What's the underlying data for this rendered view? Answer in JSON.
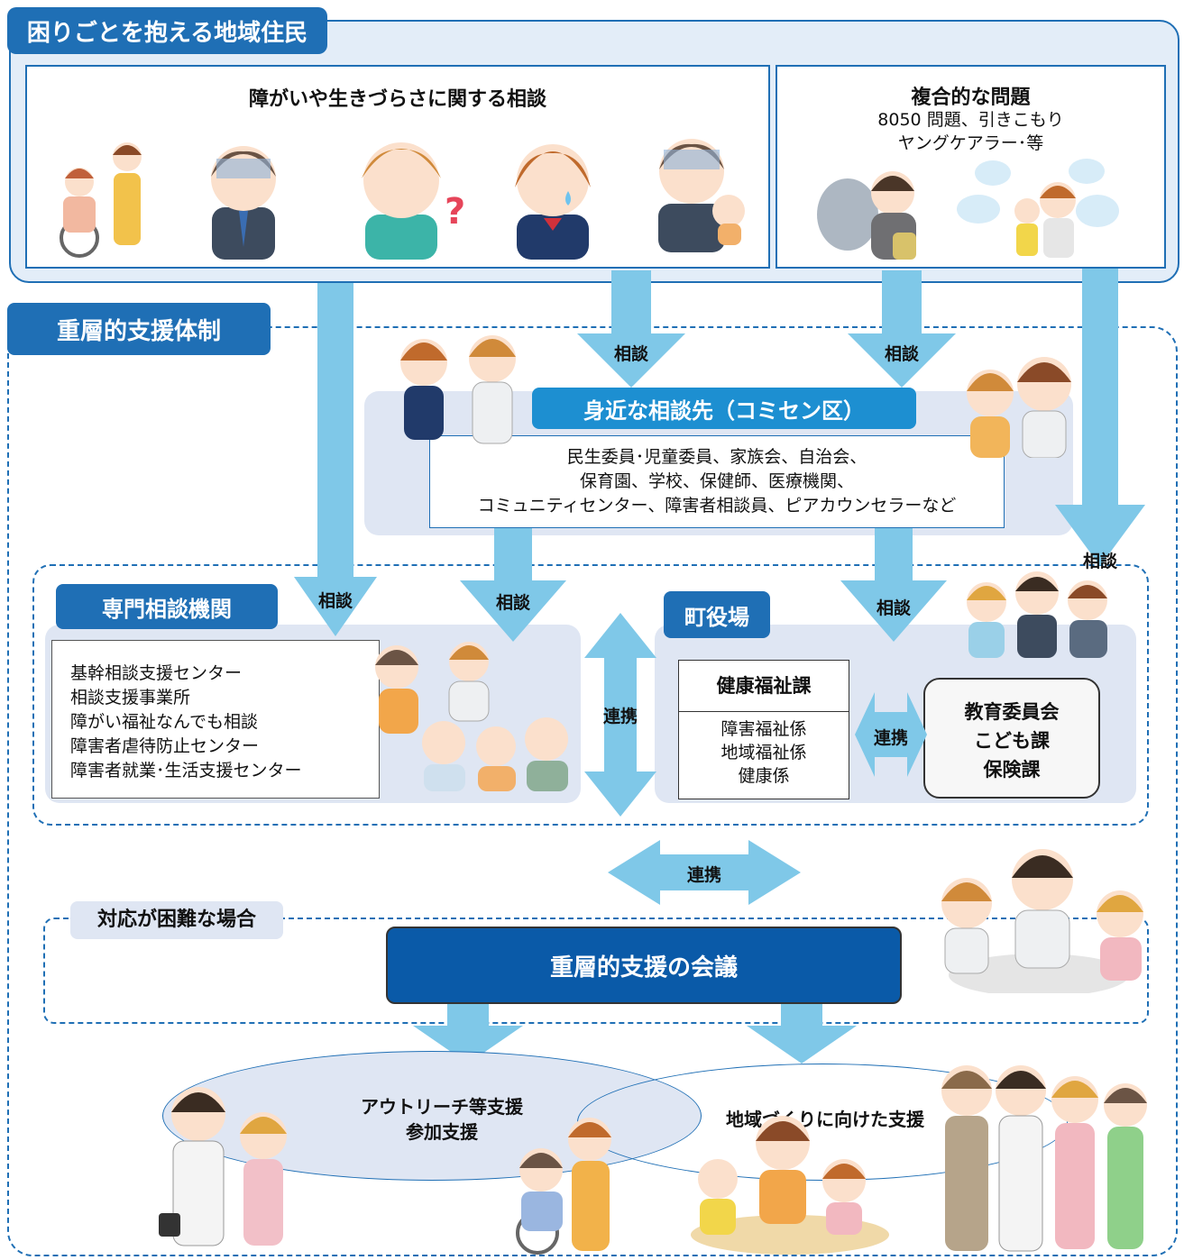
{
  "colors": {
    "accent": "#1f6fb5",
    "dark_blue": "#0a5aa8",
    "light_panel": "#dfe6f3",
    "outer_bg": "#e3edf8",
    "arrow": "#7fc8e8"
  },
  "residents": {
    "title": "困りごとを抱える地域住民",
    "left_box_title": "障がいや生きづらさに関する相談",
    "right_box_title": "複合的な問題",
    "right_box_text": "8050 問題、引きこもり\nヤングケアラー･等"
  },
  "system": {
    "title": "重層的支援体制"
  },
  "arrows": {
    "soudan": "相談",
    "renkei": "連携"
  },
  "nearby": {
    "title": "身近な相談先（コミセン区）",
    "text": "民生委員･児童委員、家族会、自治会、\n保育園、学校、保健師、医療機関、\nコミュニティセンター、障害者相談員、ピアカウンセラーなど"
  },
  "specialist": {
    "title": "専門相談機関",
    "items": [
      "基幹相談支援センター",
      "相談支援事業所",
      "障がい福祉なんでも相談",
      "障害者虐待防止センター",
      "障害者就業･生活支援センター"
    ]
  },
  "town_hall": {
    "title": "町役場",
    "health_title": "健康福祉課",
    "health_items": "障害福祉係\n地域福祉係\n健康係",
    "other_depts": "教育委員会\nこども課\n保険課"
  },
  "difficult": {
    "title": "対応が困難な場合",
    "meeting": "重層的支援の会議"
  },
  "outcomes": {
    "outreach": "アウトリーチ等支援\n参加支援",
    "community": "地域づくりに向けた支援"
  },
  "icons": [
    "person-wheelchair-icon",
    "worried-man-icon",
    "confused-woman-icon",
    "crying-student-icon",
    "man-with-baby-icon",
    "withdrawn-person-icon",
    "young-carer-icon",
    "counselor-women-icon",
    "parents-icon",
    "staff-group-icon",
    "meeting-people-icon",
    "doctor-nurse-icon",
    "caregiver-wheelchair-icon",
    "community-family-icon"
  ]
}
